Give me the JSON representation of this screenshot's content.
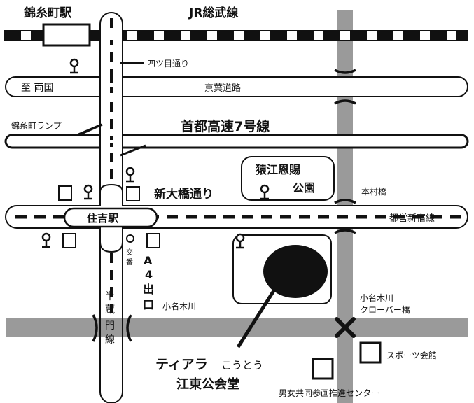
{
  "labels": {
    "kinshicho_station": "錦糸町駅",
    "jr_sobu_line": "JR総武線",
    "yotsume_dori": "四ツ目通り",
    "to_ryogoku": "至 両国",
    "keiyo_road": "京葉道路",
    "kinshicho_ramp": "錦糸町ランプ",
    "shuto_7": "首都高速7号線",
    "sarue_park_1": "猿江恩賜",
    "sarue_park_2": "公園",
    "shin_ohashi_dori": "新大橋通り",
    "kimura_bashi": "本村橋",
    "sumiyoshi_station": "住吉駅",
    "toei_shinjuku_line": "都営新宿線",
    "koban_1": "交",
    "koban_2": "番",
    "exit_a": "A",
    "exit_4": "4",
    "exit_de": "出",
    "exit_kuchi": "口",
    "onagigawa": "小名木川",
    "onagigawa_clover_1": "小名木川",
    "onagigawa_clover_2": "クローバー橋",
    "hanzomon_1": "半",
    "hanzomon_2": "蔵",
    "hanzomon_3": "門",
    "hanzomon_4": "線",
    "sports_center": "スポーツ会館",
    "tiara_1": "ティアラ",
    "tiara_2": "こうとう",
    "koto_hall": "江東公会堂",
    "danjo_center": "男女共同参画推進センター"
  },
  "colors": {
    "ink": "#111111",
    "gray_road": "#9a9a9a",
    "white": "#ffffff"
  },
  "icons": {
    "pin": "map-pin-icon",
    "building": "building-square-icon",
    "police": "koban-circle-icon",
    "crossing": "x-crossing-icon"
  }
}
